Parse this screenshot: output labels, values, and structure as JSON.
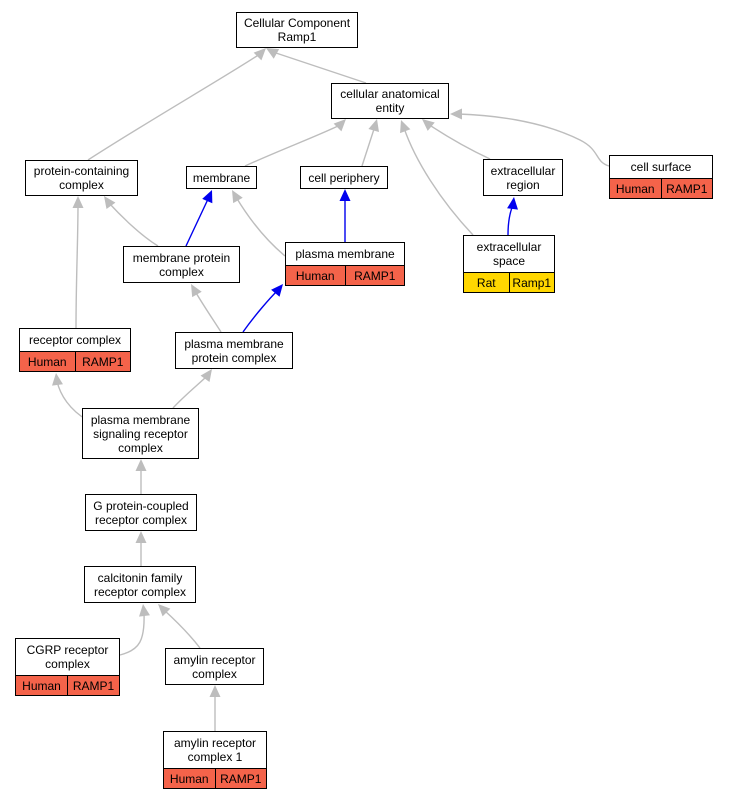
{
  "colors": {
    "gray_edge": "#bdbdbd",
    "blue_edge": "#0000ee",
    "human_tag": "#f4634a",
    "rat_tag": "#ffd700"
  },
  "nodes": {
    "root": {
      "label": "Cellular Component\nRamp1"
    },
    "cae": {
      "label": "cellular anatomical\nentity"
    },
    "pcc": {
      "label": "protein-containing\ncomplex"
    },
    "membrane": {
      "label": "membrane"
    },
    "cellperiph": {
      "label": "cell periphery"
    },
    "extreg": {
      "label": "extracellular\nregion"
    },
    "cellsurf": {
      "label": "cell surface",
      "tags": [
        "Human",
        "RAMP1"
      ]
    },
    "mpc": {
      "label": "membrane protein\ncomplex"
    },
    "pm": {
      "label": "plasma membrane",
      "tags": [
        "Human",
        "RAMP1"
      ]
    },
    "extspace": {
      "label": "extracellular\nspace",
      "tags": [
        "Rat",
        "Ramp1"
      ]
    },
    "rc": {
      "label": "receptor complex",
      "tags": [
        "Human",
        "RAMP1"
      ]
    },
    "pmpc": {
      "label": "plasma membrane\nprotein complex"
    },
    "pmsrc": {
      "label": "plasma membrane\nsignaling receptor\ncomplex"
    },
    "gpcr": {
      "label": "G protein-coupled\nreceptor complex"
    },
    "cfrc": {
      "label": "calcitonin family\nreceptor complex"
    },
    "cgrp": {
      "label": "CGRP receptor\ncomplex",
      "tags": [
        "Human",
        "RAMP1"
      ]
    },
    "amylin": {
      "label": "amylin receptor\ncomplex"
    },
    "amylin1": {
      "label": "amylin receptor\ncomplex 1",
      "tags": [
        "Human",
        "RAMP1"
      ]
    }
  },
  "edges": [
    {
      "from": "cae",
      "to": "root",
      "color": "gray"
    },
    {
      "from": "pcc",
      "to": "root",
      "color": "gray"
    },
    {
      "from": "membrane",
      "to": "cae",
      "color": "gray"
    },
    {
      "from": "cellperiph",
      "to": "cae",
      "color": "gray"
    },
    {
      "from": "extreg",
      "to": "cae",
      "color": "gray"
    },
    {
      "from": "cellsurf",
      "to": "cae",
      "color": "gray"
    },
    {
      "from": "extspace",
      "to": "cae",
      "color": "gray"
    },
    {
      "from": "mpc",
      "to": "pcc",
      "color": "gray"
    },
    {
      "from": "mpc",
      "to": "membrane",
      "color": "blue"
    },
    {
      "from": "pm",
      "to": "membrane",
      "color": "gray"
    },
    {
      "from": "pm",
      "to": "cellperiph",
      "color": "blue"
    },
    {
      "from": "extspace",
      "to": "extreg",
      "color": "blue"
    },
    {
      "from": "rc",
      "to": "pcc",
      "color": "gray"
    },
    {
      "from": "pmpc",
      "to": "mpc",
      "color": "gray"
    },
    {
      "from": "pmpc",
      "to": "pm",
      "color": "blue"
    },
    {
      "from": "pmsrc",
      "to": "rc",
      "color": "gray"
    },
    {
      "from": "pmsrc",
      "to": "pmpc",
      "color": "gray"
    },
    {
      "from": "gpcr",
      "to": "pmsrc",
      "color": "gray"
    },
    {
      "from": "cfrc",
      "to": "gpcr",
      "color": "gray"
    },
    {
      "from": "cgrp",
      "to": "cfrc",
      "color": "gray"
    },
    {
      "from": "amylin",
      "to": "cfrc",
      "color": "gray"
    },
    {
      "from": "amylin1",
      "to": "amylin",
      "color": "gray"
    }
  ]
}
